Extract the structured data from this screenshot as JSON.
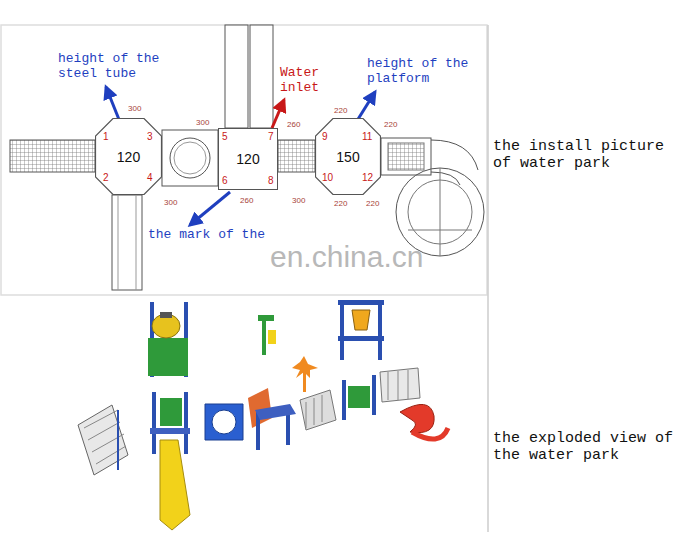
{
  "diagram": {
    "nodes": [
      {
        "text": [
          "120"
        ]
      },
      {
        "text": [
          "120"
        ]
      },
      {
        "text": [
          "150"
        ]
      }
    ],
    "labels": [
      "height of the steel tube",
      "Water inlet",
      "height of the platform",
      "the mark of the",
      "1",
      "3",
      "2",
      "4",
      "5",
      "7",
      "6",
      "8",
      "9",
      "11",
      "10",
      "12",
      "300",
      "300",
      "260",
      "260",
      "300",
      "300",
      "220",
      "220",
      "220",
      "220",
      "en.china.cn",
      "the install picture of water park",
      "the exploded view of the water park"
    ]
  }
}
